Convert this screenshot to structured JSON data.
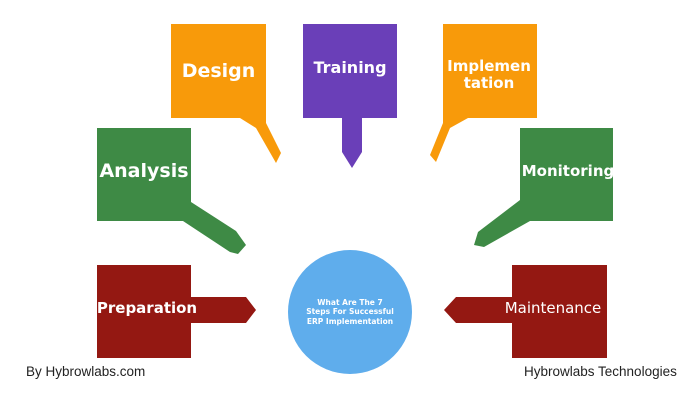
{
  "steps": {
    "design": "Design",
    "training": "Training",
    "implementation": "Implementation",
    "analysis": "Analysis",
    "monitoring": "Monitoring",
    "preparation": "Preparation",
    "maintenance": "Maintenance"
  },
  "center": {
    "title": "What Are The 7 Steps For Successful ERP Implementation"
  },
  "footer": {
    "left": "By Hybrowlabs.com",
    "right": "Hybrowlabs Technologies"
  },
  "colors": {
    "orange": "#f89a0a",
    "purple": "#6a3fb8",
    "green": "#3e8a45",
    "darkred": "#941812",
    "circle": "#5fadec"
  }
}
